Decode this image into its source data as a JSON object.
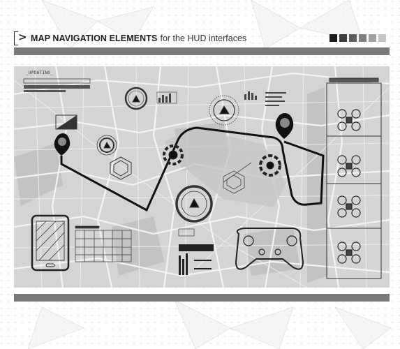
{
  "header": {
    "title_bold": "MAP NAVIGATION ELEMENTS",
    "title_rest": "for the HUD interfaces",
    "swatch_colors": [
      "#1a1a1a",
      "#3c3c3c",
      "#5e5e5e",
      "#808080",
      "#a2a2a2",
      "#c6c6c6"
    ]
  },
  "map": {
    "status_text": "_UPDATING_",
    "route_color": "#111111",
    "map_color": "#d4d4d4",
    "street_color": "#f4f4f4"
  },
  "icons": [
    "bracket-icon",
    "location-pin-icon",
    "radar-icon",
    "hexagon-icon",
    "drone-icon",
    "gamepad-icon",
    "smartphone-icon",
    "bar-graph-icon"
  ]
}
